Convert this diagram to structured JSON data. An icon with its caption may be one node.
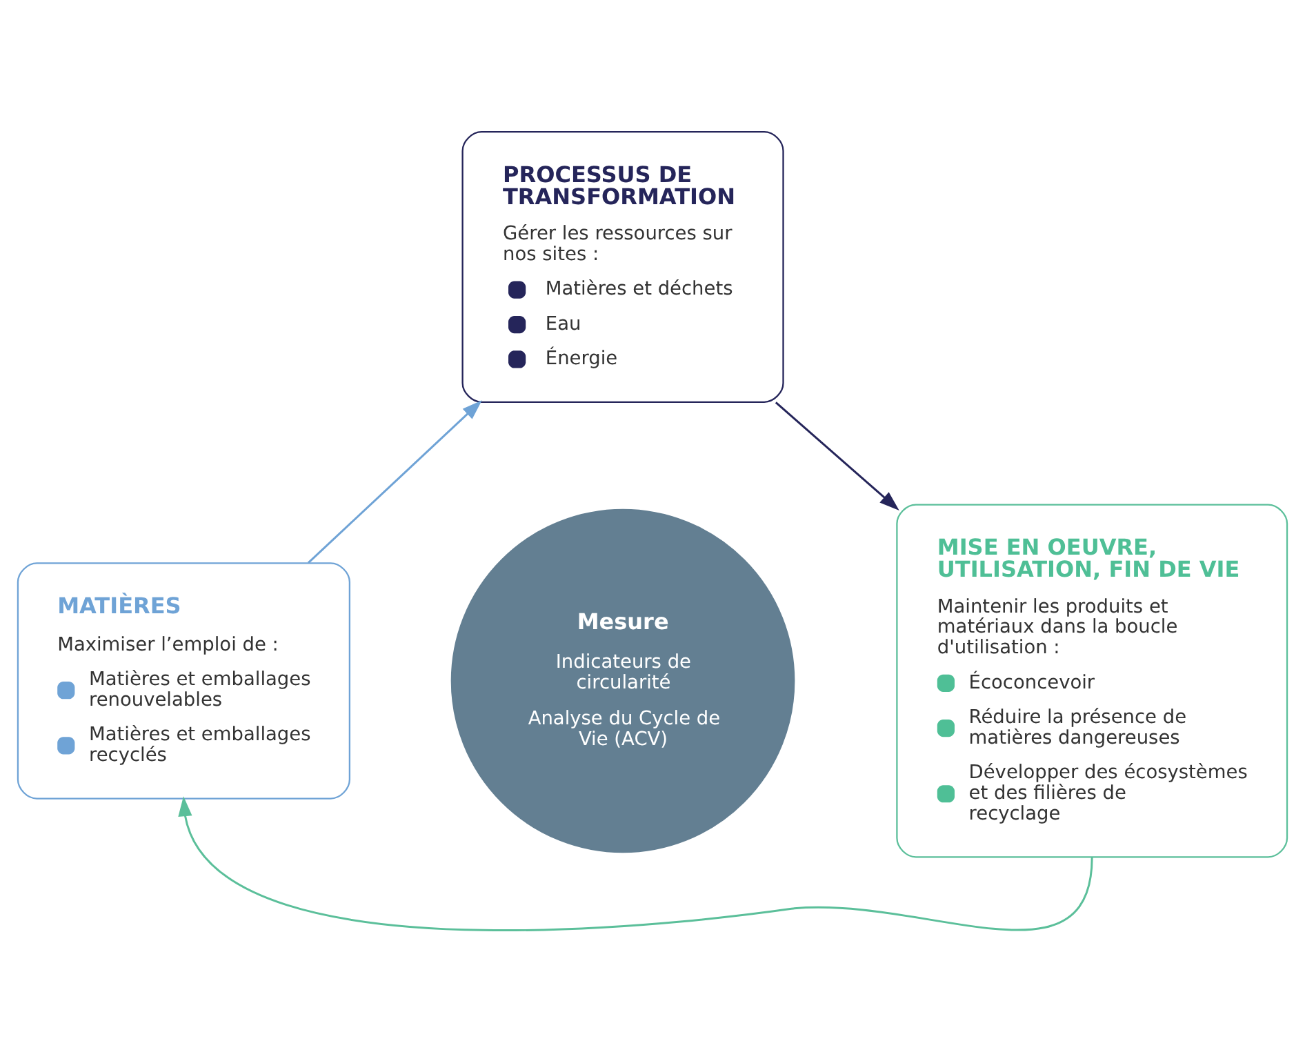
{
  "diagram": {
    "nodes": [
      {
        "text": [
          "PROCESSUS DE TRANSFORMATION",
          "Gérer les ressources sur nos sites :",
          "Matières et déchets",
          "Eau",
          "Énergie"
        ]
      },
      {
        "text": [
          "MISE EN OEUVRE, UTILISATION, FIN DE VIE",
          "Maintenir les produits et matériaux dans la boucle d'utilisation :",
          "Écoconcevoir",
          "Réduire la présence de matières dangereuses",
          "Développer des écosystèmes et des filières de recyclage"
        ]
      },
      {
        "text": [
          "MATIÈRES",
          "Maximiser l’emploi de :",
          "Matières et emballages renouvelables",
          "Matières et emballages recyclés"
        ]
      },
      {
        "text": [
          "Mesure",
          "Indicateurs de circularité",
          "Analyse du Cycle de Vie (ACV)"
        ]
      }
    ],
    "edges": [
      {
        "from": 0,
        "to": 1,
        "arrow": "to",
        "color": "#25255a"
      },
      {
        "from": 1,
        "to": 2,
        "arrow": "to",
        "color": "#5bbf9a"
      },
      {
        "from": 2,
        "to": 0,
        "arrow": "to",
        "color": "#6fa3d6"
      }
    ]
  }
}
